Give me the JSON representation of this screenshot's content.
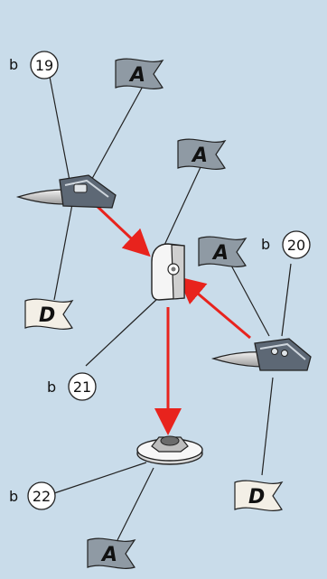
{
  "colors": {
    "background": "#c9dcea",
    "leader_line": "#222222",
    "arrow": "#e8231d",
    "flag_dark": "#8f9aa4",
    "flag_light": "#f3efe6",
    "callout_fill": "#ffffff"
  },
  "flags": [
    {
      "id": "flag-a-top-left",
      "letter": "A",
      "style": "dark"
    },
    {
      "id": "flag-a-center",
      "letter": "A",
      "style": "dark"
    },
    {
      "id": "flag-a-right",
      "letter": "A",
      "style": "dark"
    },
    {
      "id": "flag-a-bottom",
      "letter": "A",
      "style": "dark"
    },
    {
      "id": "flag-d-left",
      "letter": "D",
      "style": "light"
    },
    {
      "id": "flag-d-right",
      "letter": "D",
      "style": "light"
    }
  ],
  "callouts": [
    {
      "id": "callout-19",
      "prefix": "b",
      "number": "19"
    },
    {
      "id": "callout-20",
      "prefix": "b",
      "number": "20"
    },
    {
      "id": "callout-21",
      "prefix": "b",
      "number": "21"
    },
    {
      "id": "callout-22",
      "prefix": "b",
      "number": "22"
    }
  ],
  "components": [
    {
      "id": "left-connector-tool",
      "icon": "pen-connector-icon"
    },
    {
      "id": "center-adapter",
      "icon": "adapter-block-icon"
    },
    {
      "id": "right-connector-tool",
      "icon": "pen-connector-icon"
    },
    {
      "id": "base-socket",
      "icon": "round-socket-icon"
    }
  ]
}
